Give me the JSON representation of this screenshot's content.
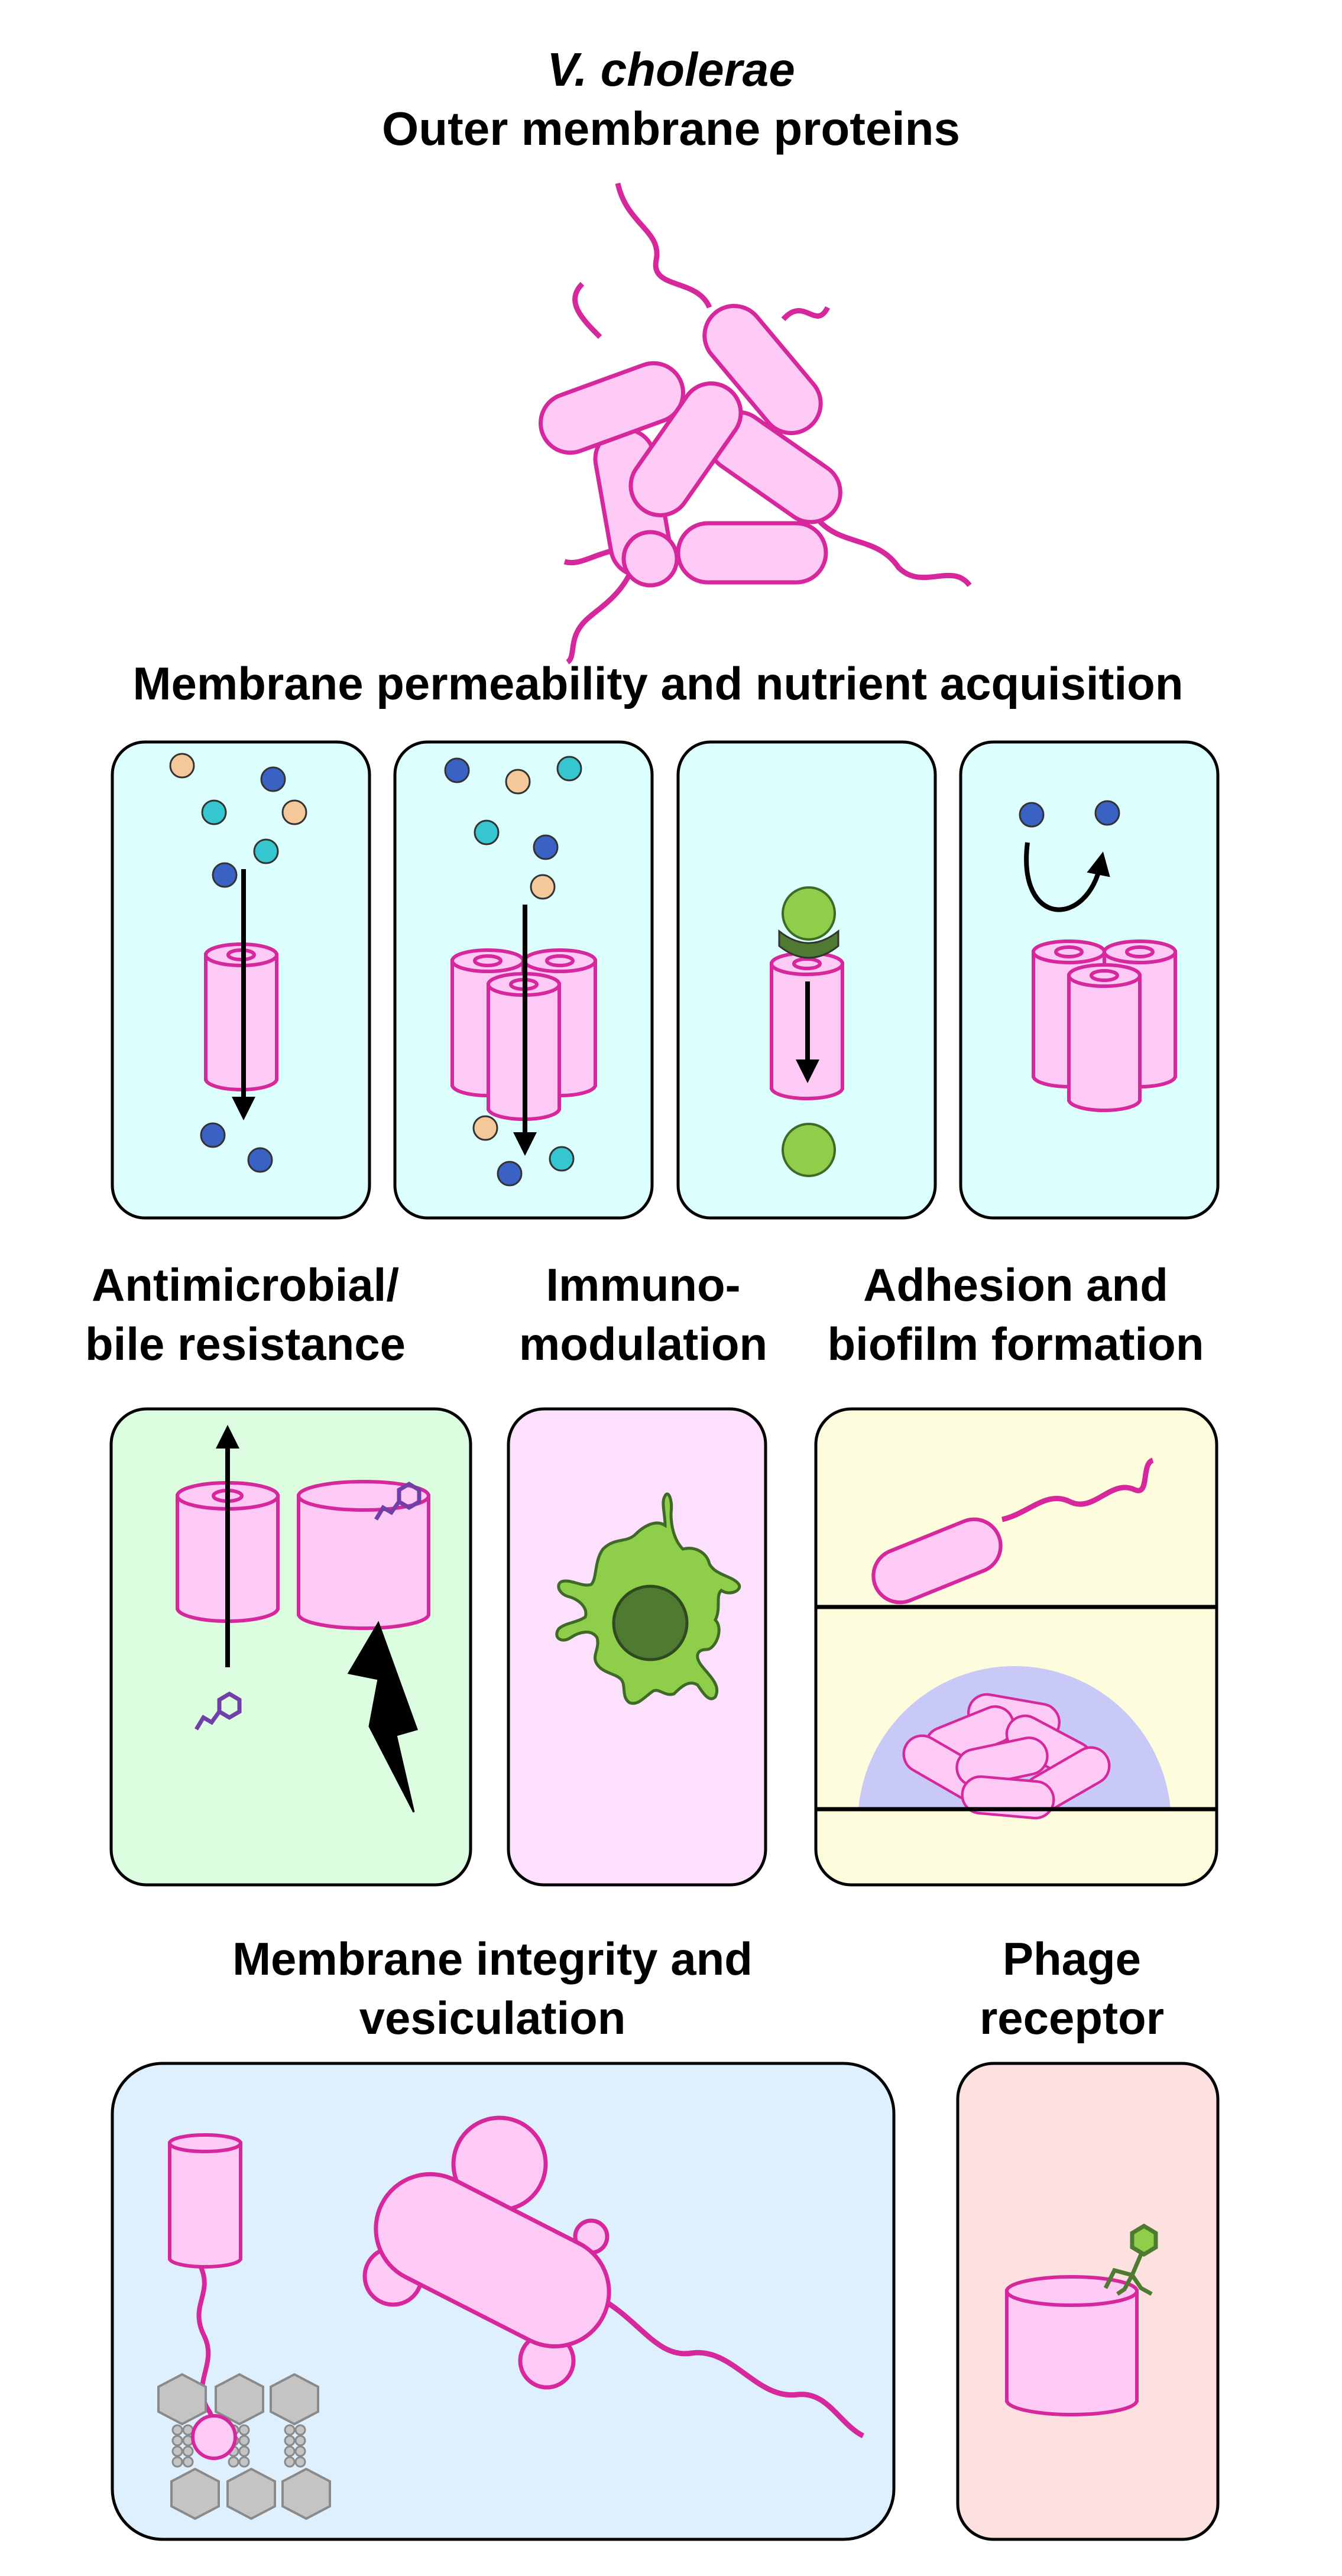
{
  "title": {
    "line1": "V. cholerae",
    "line2": "Outer membrane proteins"
  },
  "sections": {
    "permeability": "Membrane permeability and nutrient acquisition",
    "antimicrobial": [
      "Antimicrobial/",
      "bile resistance"
    ],
    "immuno": [
      "Immuno-",
      "modulation"
    ],
    "adhesion": [
      "Adhesion and",
      "biofilm formation"
    ],
    "integrity": [
      "Membrane integrity and",
      "vesiculation"
    ],
    "phage": [
      "Phage",
      "receptor"
    ]
  },
  "colors": {
    "magenta": "#d6289c",
    "pink_fill": "#fccaf5",
    "cyan_panel": "#dcfefd",
    "green_panel": "#dcfde0",
    "pink_panel": "#fde0fd",
    "yellow_panel": "#fdfdde",
    "blue_panel": "#def0fd",
    "red_panel": "#fde0e0",
    "dot_blue": "#3a62c4",
    "dot_cyan": "#36c6cf",
    "dot_tan": "#f5c89a",
    "green_ball": "#8fce4a",
    "dark_green": "#4e7a31",
    "purple": "#7040a8",
    "biofilm": "#c8c9f7"
  },
  "icons": [
    "bacterium-cluster-icon",
    "porin-icon",
    "trimer-porin-icon",
    "receptor-transport-icon",
    "blocked-channel-icon",
    "bile-molecule-icon",
    "lightning-icon",
    "immune-cell-icon",
    "attached-bacterium-icon",
    "biofilm-icon",
    "lipoprotein-anchor-icon",
    "vesicle-icon",
    "phage-icon"
  ]
}
